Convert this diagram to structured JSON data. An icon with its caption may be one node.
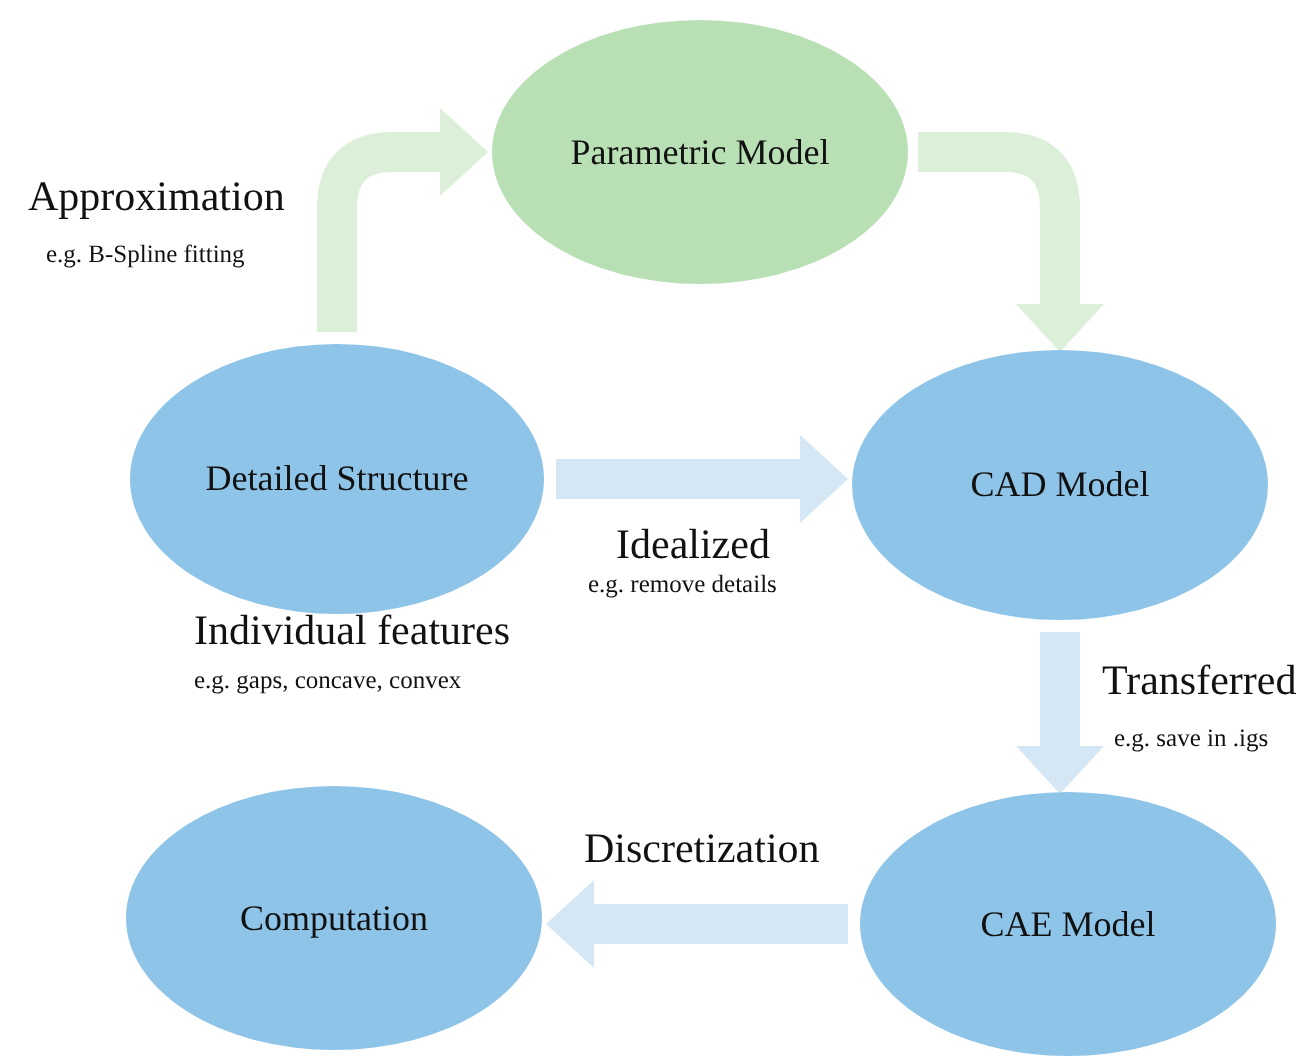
{
  "diagram": {
    "nodes": [
      {
        "text": [
          "Parametric Model"
        ]
      },
      {
        "text": [
          "Detailed Structure"
        ],
        "beside": [
          "Individual features",
          "e.g. gaps, concave, convex"
        ]
      },
      {
        "text": [
          "CAD Model"
        ]
      },
      {
        "text": [
          "CAE Model"
        ]
      },
      {
        "text": [
          "Computation"
        ]
      }
    ],
    "edges": [
      {
        "from": 1,
        "to": 0,
        "arrow": "to",
        "label": "Approximation",
        "color": "#dcefd8"
      },
      {
        "from": 0,
        "to": 2,
        "arrow": "to",
        "color": "#dcefd8"
      },
      {
        "from": 1,
        "to": 2,
        "arrow": "to",
        "label": "Idealized"
      },
      {
        "from": 2,
        "to": 3,
        "arrow": "to",
        "label": "Transferred"
      },
      {
        "from": 3,
        "to": 4,
        "arrow": "to",
        "label": "Discretization"
      }
    ],
    "labels": [
      "e.g. B-Spline fitting",
      "e.g. remove details",
      "e.g. save in .igs"
    ]
  }
}
